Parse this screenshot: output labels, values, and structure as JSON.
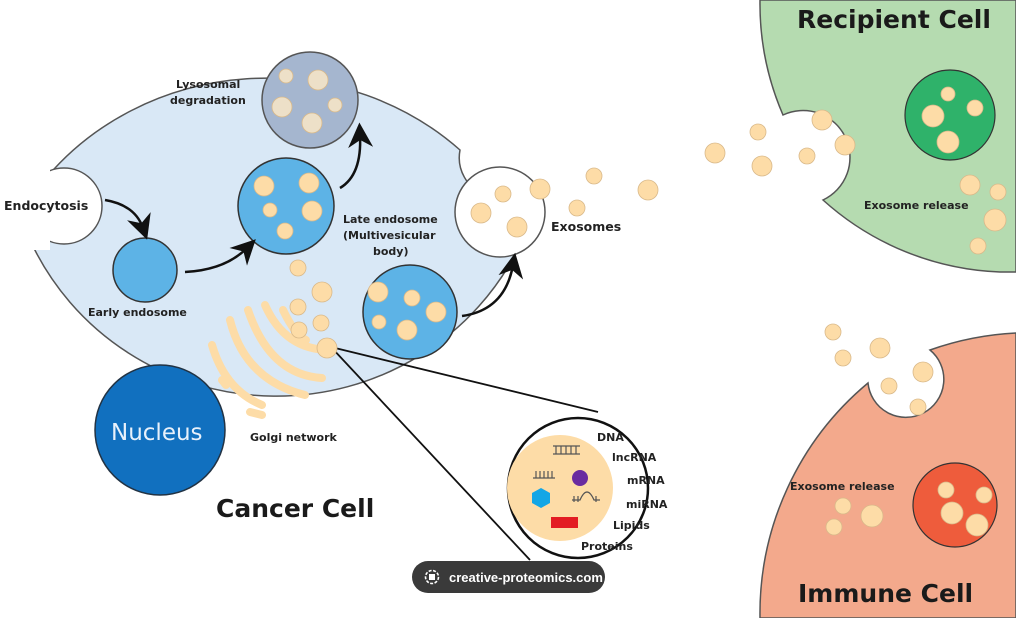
{
  "diagram": {
    "cells": {
      "cancer": {
        "title": "Cancer Cell",
        "color": "#d9e8f6"
      },
      "recipient": {
        "title": "Recipient Cell",
        "color": "#b5dbb0",
        "release_label": "Exosome release"
      },
      "immune": {
        "title": "Immune Cell",
        "color": "#f3a98c",
        "release_label": "Exosome release"
      }
    },
    "labels": {
      "endocytosis": "Endocytosis",
      "early_endosome": "Early endosome",
      "lysosomal_line1": "Lysosomal",
      "lysosomal_line2": "degradation",
      "late_endosome_line1": "Late endosome",
      "late_endosome_line2": "(Multivesicular",
      "late_endosome_line3": "body)",
      "exosomes": "Exosomes",
      "nucleus": "Nucleus",
      "golgi": "Golgi network"
    },
    "cargo": {
      "items": [
        "DNA",
        "lncRNA",
        "mRNA",
        "miRNA",
        "Lipids",
        "Proteins"
      ]
    },
    "colors": {
      "vesicle": "#fddca7",
      "endosome": "#5db3e6",
      "lysosome": "#a5b6cf",
      "nucleus": "#1170bf",
      "recipient_organelle": "#2fb26a",
      "immune_organelle": "#ee5c3c"
    }
  },
  "watermark": {
    "text": "creative-proteomics.com",
    "icon": "globe-icon"
  }
}
